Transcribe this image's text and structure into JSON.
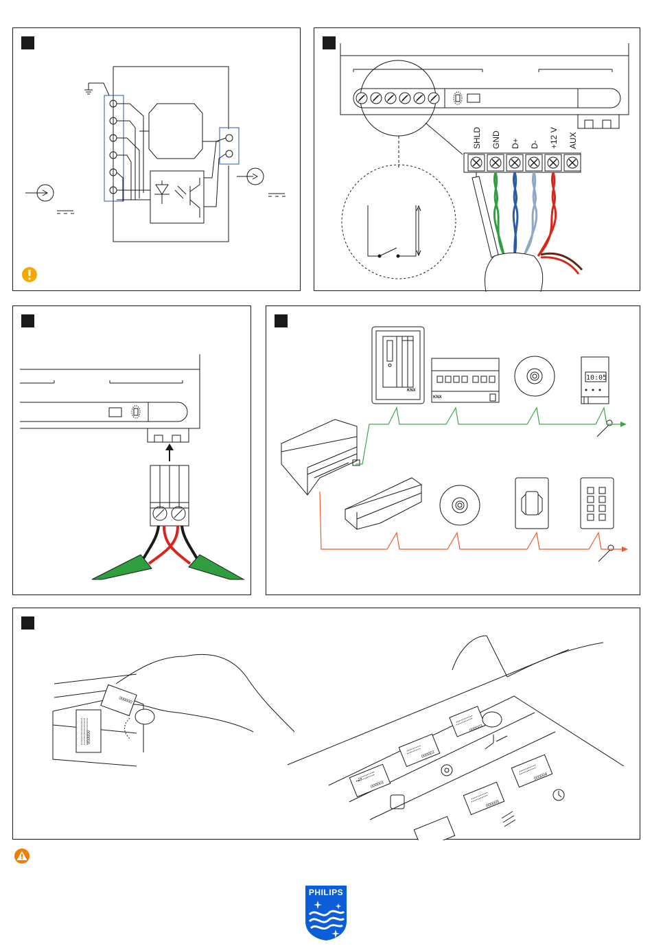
{
  "terminal_labels": [
    "SHLD",
    "GND",
    "D+",
    "D-",
    "+12 V",
    "AUX"
  ],
  "clock_display": "10:05",
  "knx_mark": "KNX",
  "labels": {
    "codes": [
      "000001",
      "000002",
      "000003",
      "000004",
      "000005",
      "000000"
    ]
  },
  "brand": {
    "name": "PHILIPS"
  },
  "colors": {
    "line": "#1a1a1a",
    "green_wire": "#2e9e3e",
    "blue_wire": "#2a5aa8",
    "red_wire": "#d9261c",
    "brown_wire": "#5b2a14",
    "bus_green": "#3ea64a",
    "bus_orange": "#f05a28",
    "warning_yellow": "#f6a800",
    "warning_orange": "#f07d00",
    "philips_blue": "#0b5ed7"
  }
}
